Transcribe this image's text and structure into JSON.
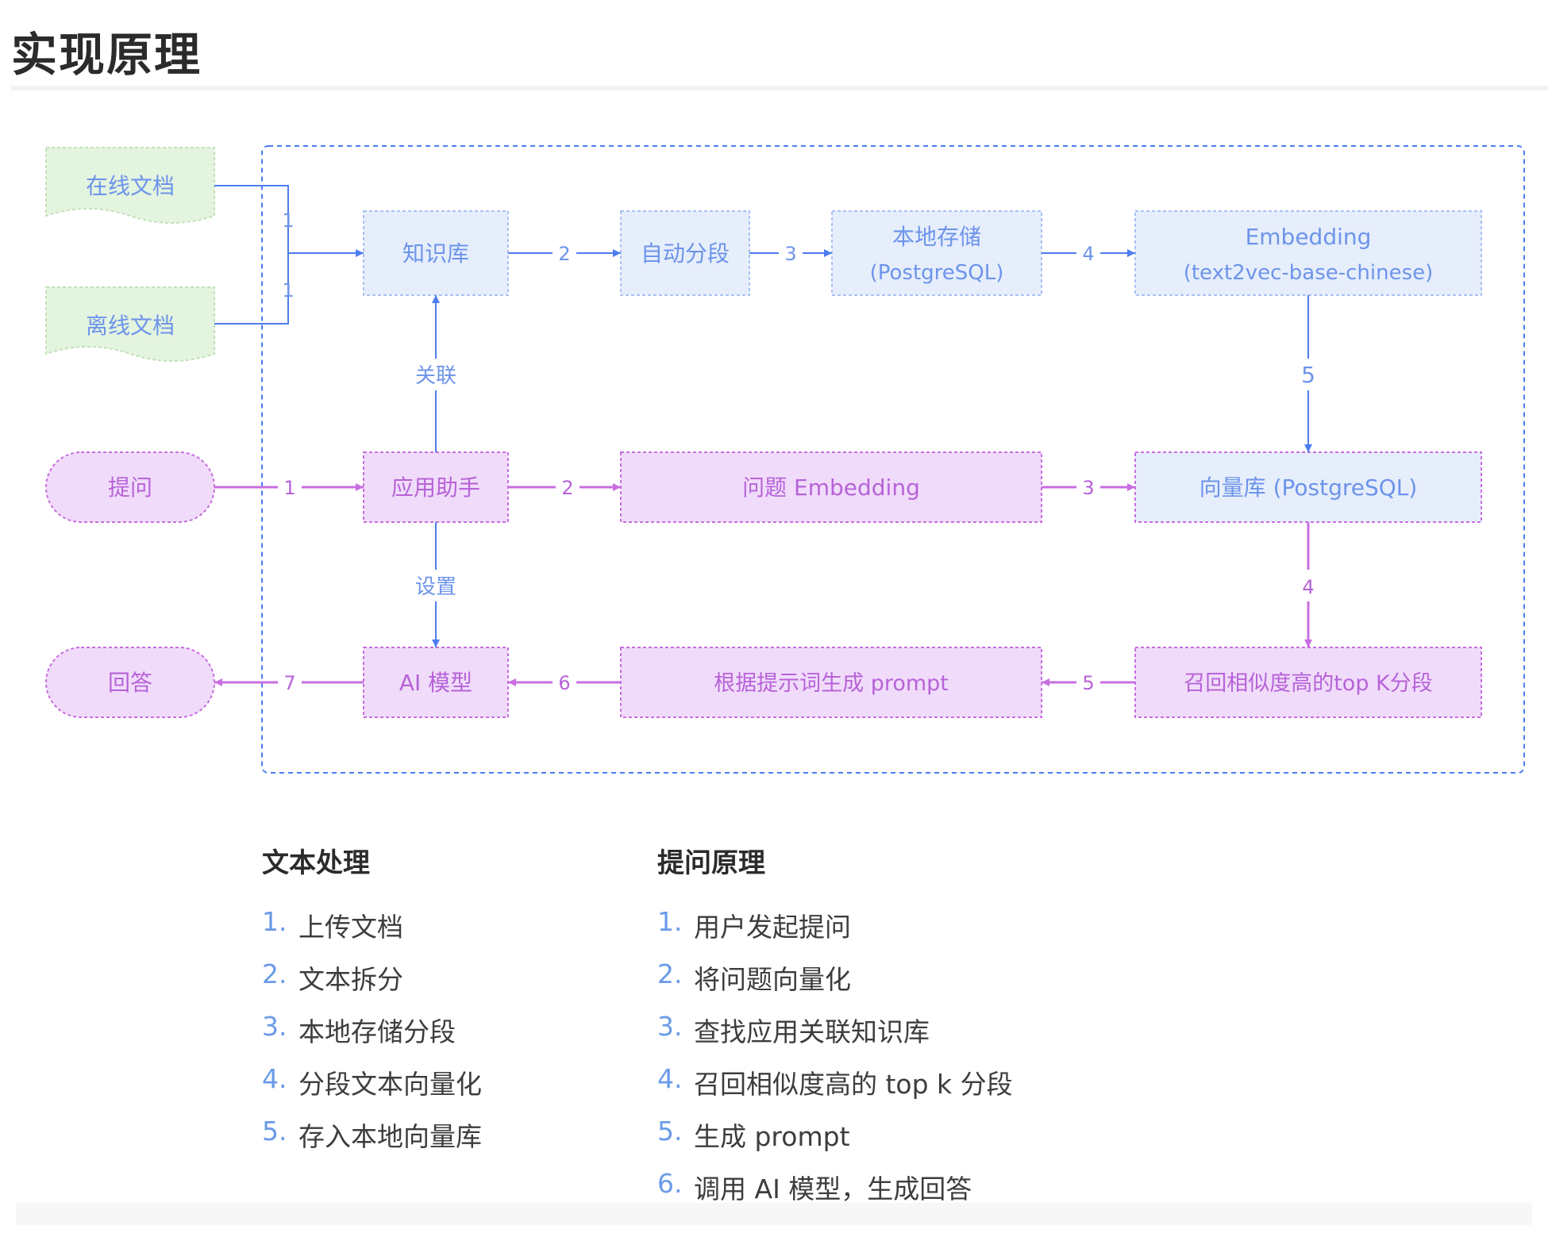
{
  "header": {
    "title": "实现原理"
  },
  "diagram": {
    "colors": {
      "blue_line": "#4d7df0",
      "blue_fill": "#e6eefc",
      "blue_text": "#6d94ea",
      "purple_line": "#c86ee0",
      "purple_fill": "#f0dcfa",
      "purple_text": "#b762d8",
      "green_fill": "#e3f4df",
      "green_text": "#6d94ea"
    },
    "inputs": {
      "online_doc": "在线文档",
      "offline_doc": "离线文档",
      "ask": "提问",
      "answer": "回答"
    },
    "nodes": {
      "kb": "知识库",
      "auto_split": "自动分段",
      "local_storage_l1": "本地存储",
      "local_storage_l2": "(PostgreSQL)",
      "embedding_l1": "Embedding",
      "embedding_l2": "(text2vec-base-chinese)",
      "assistant": "应用助手",
      "q_embedding": "问题 Embedding",
      "vector_db": "向量库  (PostgreSQL)",
      "ai_model": "AI 模型",
      "gen_prompt": "根据提示词生成 prompt",
      "recall": "召回相似度高的top K分段"
    },
    "edge_labels": {
      "online_to_kb": "1",
      "offline_to_kb": "1",
      "kb_to_split": "2",
      "split_to_storage": "3",
      "storage_to_embed": "4",
      "embed_to_vector": "5",
      "assoc": "关联",
      "ask_to_assistant": "1",
      "assistant_to_qemb": "2",
      "qemb_to_vector": "3",
      "setting": "设置",
      "vector_to_recall": "4",
      "recall_to_prompt": "5",
      "prompt_to_model": "6",
      "model_to_answer": "7"
    }
  },
  "text_processing": {
    "heading": "文本处理",
    "steps": [
      {
        "num": "1.",
        "text": "上传文档"
      },
      {
        "num": "2.",
        "text": "文本拆分"
      },
      {
        "num": "3.",
        "text": "本地存储分段"
      },
      {
        "num": "4.",
        "text": "分段文本向量化"
      },
      {
        "num": "5.",
        "text": "存入本地向量库"
      }
    ]
  },
  "qa_principle": {
    "heading": "提问原理",
    "steps": [
      {
        "num": "1.",
        "text": "用户发起提问"
      },
      {
        "num": "2.",
        "text": "将问题向量化"
      },
      {
        "num": "3.",
        "text": "查找应用关联知识库"
      },
      {
        "num": "4.",
        "text": "召回相似度高的 top k 分段"
      },
      {
        "num": "5.",
        "text": "生成 prompt"
      },
      {
        "num": "6.",
        "text": "调用 AI 模型，生成回答"
      }
    ]
  }
}
